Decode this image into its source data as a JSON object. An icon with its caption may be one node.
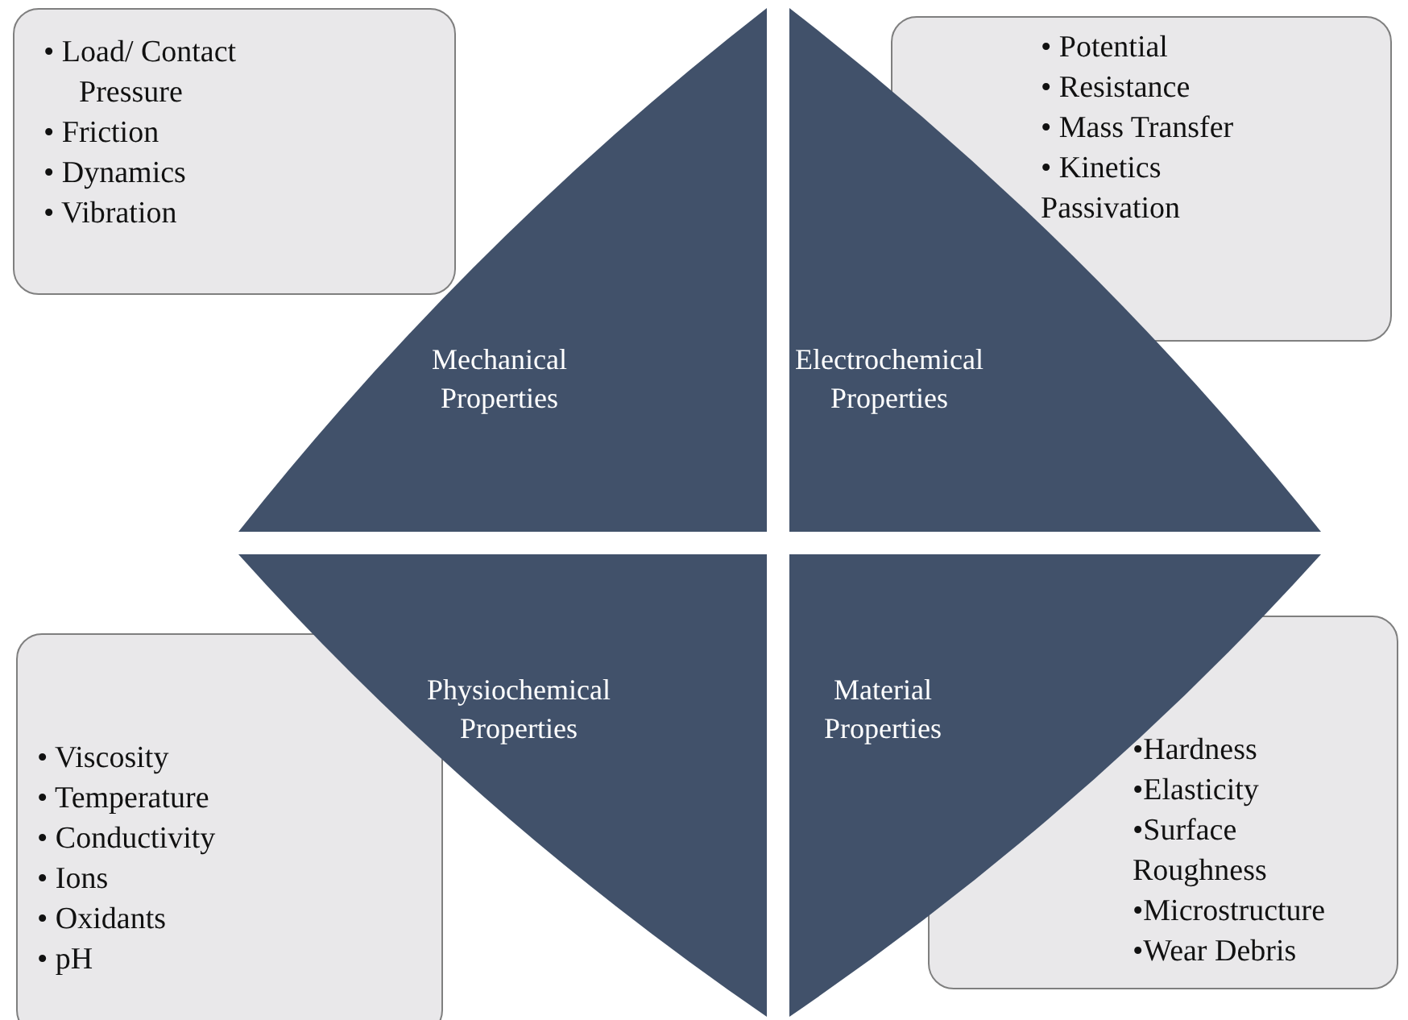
{
  "diagram": {
    "nodes": [
      {
        "text": [
          "• Load/ Contact Pressure",
          "• Friction",
          "• Dynamics",
          "• Vibration"
        ]
      },
      {
        "text": [
          "• Potential",
          "• Resistance",
          "• Mass Transfer",
          "• Kinetics",
          "Passivation"
        ]
      },
      {
        "text": [
          "Mechanical Properties"
        ]
      },
      {
        "text": [
          "Electrochemical Properties"
        ]
      },
      {
        "text": [
          "Physiochemical Properties"
        ]
      },
      {
        "text": [
          "Material Properties"
        ]
      },
      {
        "text": [
          "• Viscosity",
          "• Temperature",
          "• Conductivity",
          "• Ions",
          "• Oxidants",
          "• pH"
        ]
      },
      {
        "text": [
          "•Hardness",
          "•Elasticity",
          "•Surface Roughness",
          "•Microstructure",
          "•Wear Debris"
        ]
      }
    ],
    "edges": []
  }
}
